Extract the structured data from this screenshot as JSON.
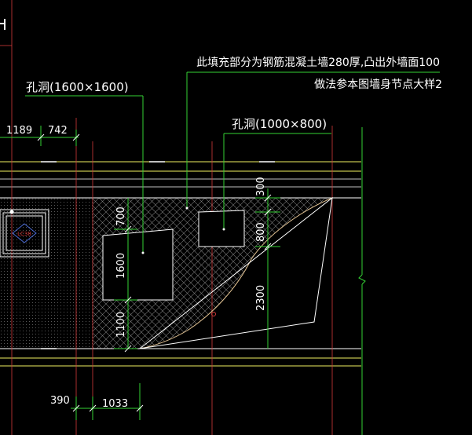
{
  "notes": {
    "line1": "此填充部分为钢筋混凝土墙280厚,凸出外墙面100",
    "line2": "做法参本图墙身节点大样2"
  },
  "openings": {
    "large": "孔洞(1600×1600)",
    "small": "孔洞(1000×800)"
  },
  "dimensions": {
    "top_left": "1189",
    "top_mid": "742",
    "bottom_left": "390",
    "bottom_mid": "1033",
    "v_700": "700",
    "v_1600": "1600",
    "v_1100": "1100",
    "v_300": "300",
    "v_800": "800",
    "v_2300": "2300"
  },
  "tag": {
    "label": "LC38"
  },
  "colors": {
    "background": "#000000",
    "white": "#ffffff",
    "red": "#d23a3a",
    "green": "#35d235",
    "yellow": "#f0f060",
    "tan": "#e0c090",
    "gray": "#8a8a8a"
  }
}
